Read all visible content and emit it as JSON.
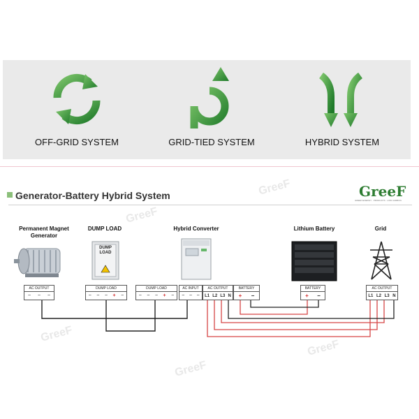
{
  "systems": [
    {
      "label": "OFF-GRID SYSTEM",
      "icon": "recycle-arrows-icon"
    },
    {
      "label": "GRID-TIED SYSTEM",
      "icon": "upward-curve-arrow-icon"
    },
    {
      "label": "HYBRID SYSTEM",
      "icon": "two-way-arrows-icon"
    }
  ],
  "section_title": "Generator-Battery Hybrid System",
  "brand": {
    "logo_text": "GreeF",
    "tagline": "GREEN ENERGY · PRODUCTS · LOW CARBON"
  },
  "devices": {
    "generator": {
      "label_line1": "Permanent Magnet",
      "label_line2": "Generator"
    },
    "dump_load": {
      "label": "DUMP LOAD",
      "panel_text_1": "DUMP",
      "panel_text_2": "LOAD"
    },
    "converter": {
      "label": "Hybrid Converter"
    },
    "battery": {
      "label": "Lithium Battery"
    },
    "grid": {
      "label": "Grid"
    }
  },
  "terminals": {
    "gen_ac_output": {
      "title": "AC OUTPUT",
      "pins": [
        "~",
        "~",
        "~"
      ]
    },
    "dump_load": {
      "title": "DUMP LOAD",
      "pins": [
        "~",
        "~",
        "~",
        "+",
        "−"
      ]
    },
    "conv_dump_load": {
      "title": "DUMP LOAD",
      "pins": [
        "~",
        "~",
        "~",
        "+",
        "−"
      ]
    },
    "conv_ac_input": {
      "title": "AC INPUT",
      "pins": [
        "~",
        "~",
        "~"
      ]
    },
    "conv_ac_output": {
      "title": "AC OUTPUT",
      "pins": [
        "L1",
        "L2",
        "L3",
        "N"
      ]
    },
    "conv_battery": {
      "title": "BATTERY",
      "pins": [
        "+",
        "−"
      ]
    },
    "battery": {
      "title": "BATTERY",
      "pins": [
        "+",
        "−"
      ]
    },
    "grid_ac_output": {
      "title": "AC OUTPUT",
      "pins": [
        "L1",
        "L2",
        "L3",
        "N"
      ]
    }
  },
  "colors": {
    "arrow_green": "#3d9a3f",
    "wire_black": "#222222",
    "wire_red": "#d64545",
    "plus_red": "#d32f2f"
  },
  "watermark_text": "GreeF"
}
